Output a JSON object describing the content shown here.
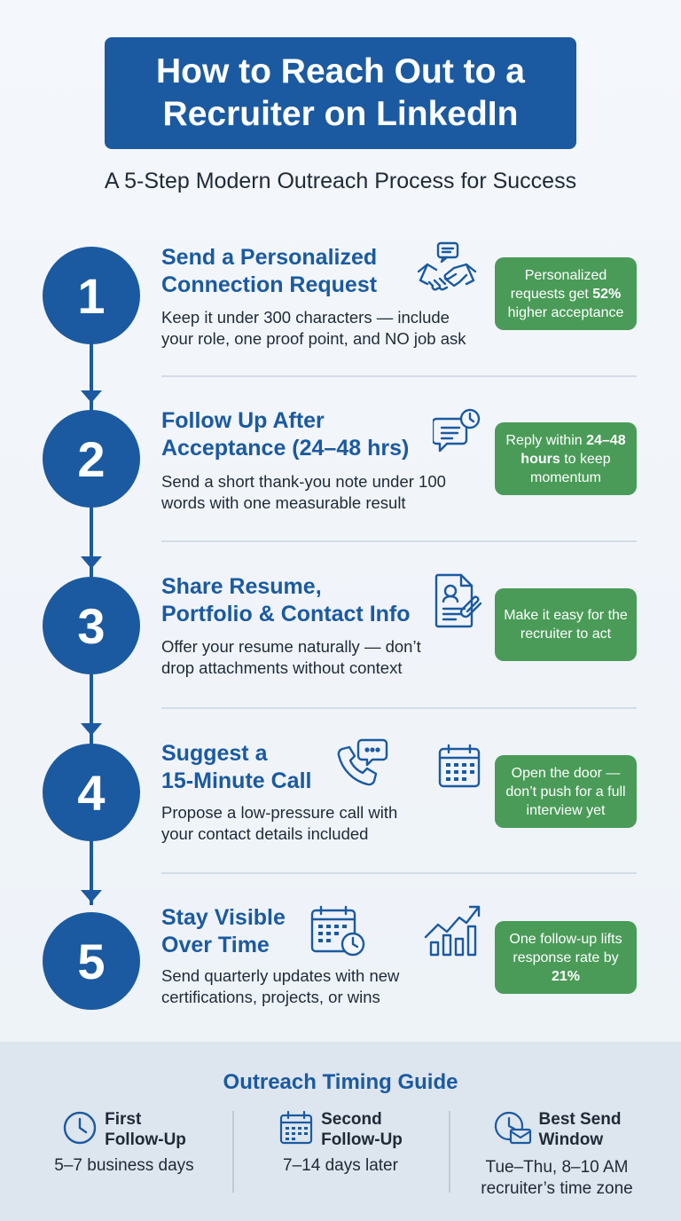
{
  "header": {
    "title": "How to Reach Out to a Recruiter on LinkedIn",
    "subtitle": "A 5-Step Modern Outreach Process for Success"
  },
  "colors": {
    "primary": "#1b5aa0",
    "accent": "#4a9b58",
    "background": "#f4f7fb"
  },
  "steps": [
    {
      "number": "1",
      "title_line1": "Send a Personalized",
      "title_line2": "Connection Request",
      "desc_line1": "Keep it under 300 characters — include",
      "desc_line2": "your role, one proof point, and NO job ask",
      "icon": "handshake-chat-icon",
      "badge_pre": "Personalized requests get ",
      "badge_bold": "52%",
      "badge_post": " higher acceptance"
    },
    {
      "number": "2",
      "title_line1": "Follow Up After",
      "title_line2": "Acceptance (24–48 hrs)",
      "desc_line1": "Send a short thank-you note under 100",
      "desc_line2": "words with one measurable result",
      "icon": "message-clock-icon",
      "badge_pre": "Reply within ",
      "badge_bold": "24–48 hours",
      "badge_post": " to keep momentum"
    },
    {
      "number": "3",
      "title_line1": "Share Resume,",
      "title_line2": "Portfolio & Contact Info",
      "desc_line1": "Offer your resume naturally — don’t",
      "desc_line2": "drop attachments without context",
      "icon": "resume-attachment-icon",
      "badge_pre": "Make it easy for the recruiter to act",
      "badge_bold": "",
      "badge_post": ""
    },
    {
      "number": "4",
      "title_line1": "Suggest a",
      "title_line2": "15-Minute Call",
      "desc_line1": "Propose a low-pressure call with",
      "desc_line2": "your contact details included",
      "icon": "phone-chat-icon",
      "badge_pre": "Open the door — don’t push for a full interview yet",
      "badge_bold": "",
      "badge_post": ""
    },
    {
      "number": "5",
      "title_line1": "Stay Visible",
      "title_line2": "Over Time",
      "desc_line1": "Send quarterly updates with new",
      "desc_line2": "certifications, projects, or wins",
      "icon": "growth-chart-icon",
      "badge_pre": "One follow-up lifts response rate by ",
      "badge_bold": "21%",
      "badge_post": ""
    }
  ],
  "timing": {
    "title": "Outreach Timing Guide",
    "columns": [
      {
        "label_line1": "First",
        "label_line2": "Follow-Up",
        "value_line1": "5–7 business days",
        "value_line2": "",
        "icon": "clock-icon"
      },
      {
        "label_line1": "Second",
        "label_line2": "Follow-Up",
        "value_line1": "7–14 days later",
        "value_line2": "",
        "icon": "calendar-icon"
      },
      {
        "label_line1": "Best Send",
        "label_line2": "Window",
        "value_line1": "Tue–Thu, 8–10 AM",
        "value_line2": "recruiter’s time zone",
        "icon": "clock-envelope-icon"
      }
    ]
  }
}
